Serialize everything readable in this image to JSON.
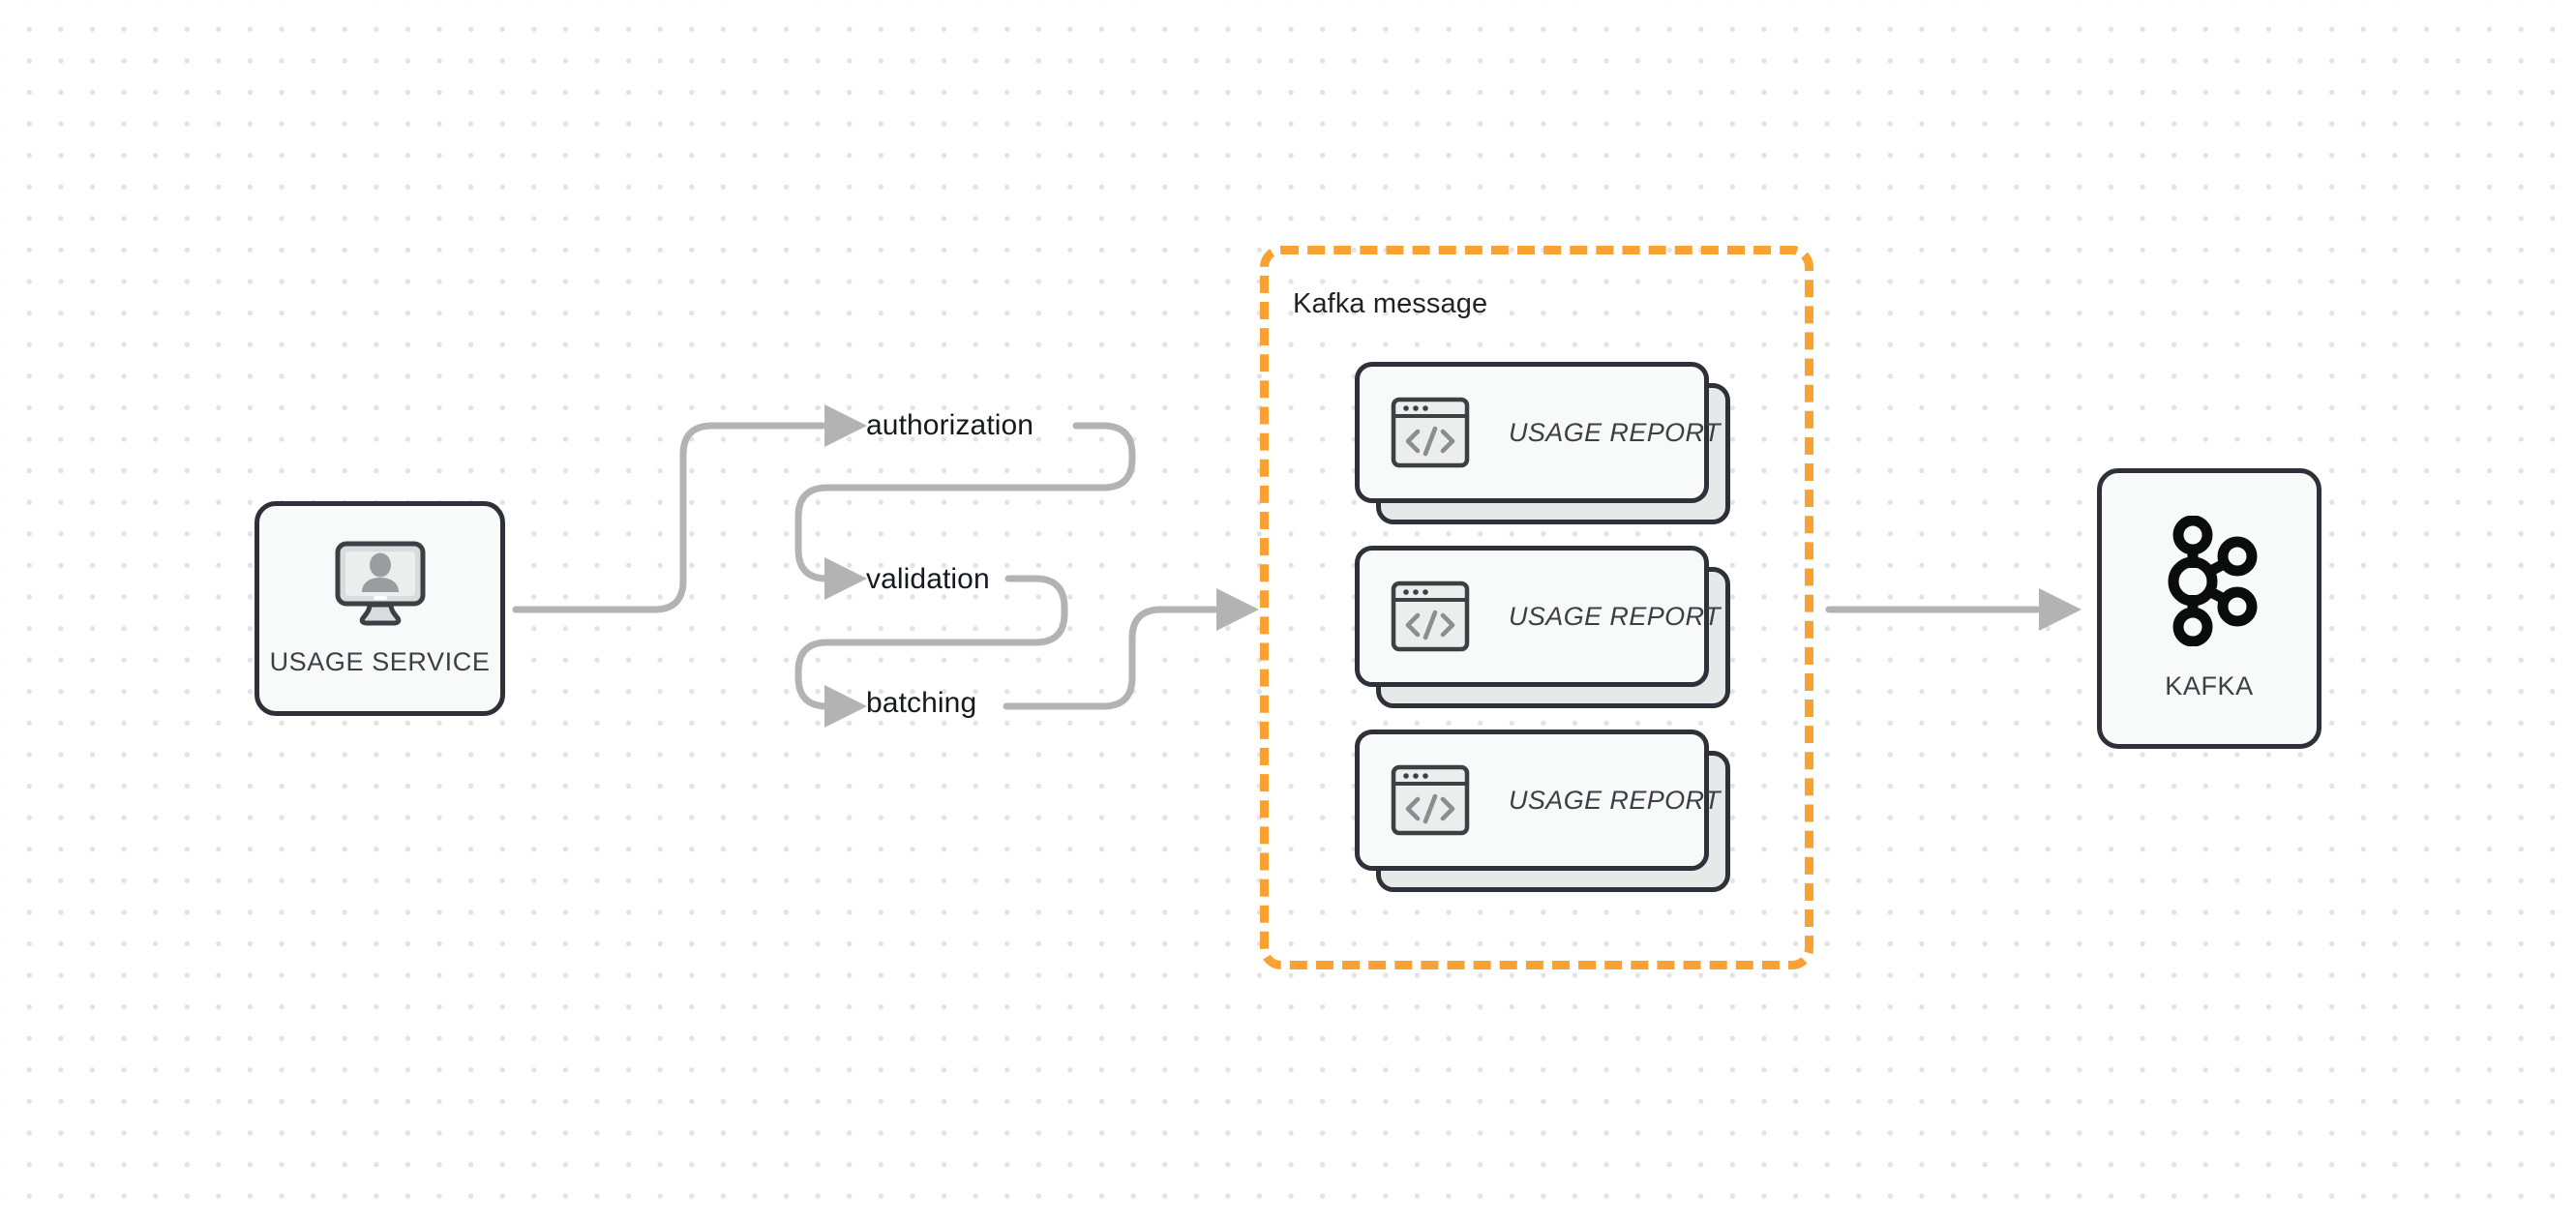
{
  "diagram": {
    "background": {
      "style": "dot-grid",
      "dot_color": "#e3e3e5",
      "page_color": "#ffffff"
    },
    "colors": {
      "node_border": "#2e3238",
      "node_fill": "#f8f9f9",
      "connector": "#b3b3b3",
      "group_accent": "#f9a133",
      "label_text": "#16191d"
    },
    "nodes": [
      {
        "id": "usage-service",
        "label": "USAGE SERVICE",
        "icon": "monitor-user-icon"
      },
      {
        "id": "kafka",
        "label": "KAFKA",
        "icon": "kafka-logo-icon"
      }
    ],
    "group": {
      "id": "kafka-message",
      "title": "Kafka message",
      "border_style": "dashed",
      "accent_color": "#f9a133",
      "cards": [
        {
          "label": "USAGE REPORT",
          "icon": "code-window-icon"
        },
        {
          "label": "USAGE REPORT",
          "icon": "code-window-icon"
        },
        {
          "label": "USAGE REPORT",
          "icon": "code-window-icon"
        }
      ]
    },
    "edge_labels": [
      {
        "id": "authorization",
        "text": "authorization"
      },
      {
        "id": "validation",
        "text": "validation"
      },
      {
        "id": "batching",
        "text": "batching"
      }
    ],
    "flow": [
      "USAGE SERVICE",
      "authorization",
      "validation",
      "batching",
      "Kafka message",
      "KAFKA"
    ]
  }
}
